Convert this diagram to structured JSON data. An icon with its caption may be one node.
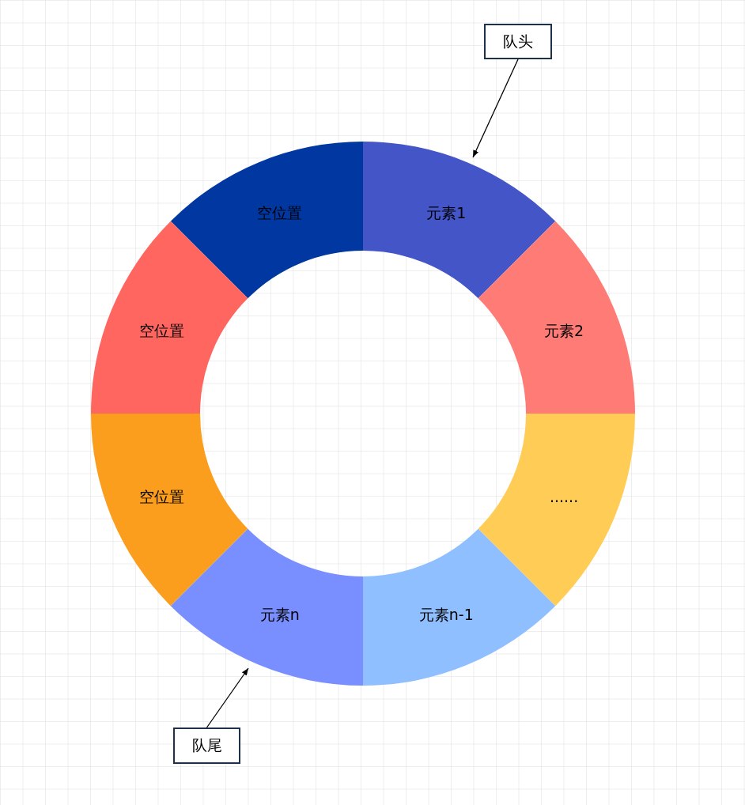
{
  "diagram": {
    "nodes": [
      {
        "text": [
          "队头"
        ]
      },
      {
        "text": [
          "空位置"
        ]
      },
      {
        "text": [
          "元素1"
        ]
      },
      {
        "text": [
          "空位置"
        ]
      },
      {
        "text": [
          "元素2"
        ]
      },
      {
        "text": [
          "空位置"
        ]
      },
      {
        "text": [
          "......"
        ]
      },
      {
        "text": [
          "元素n"
        ]
      },
      {
        "text": [
          "元素n-1"
        ]
      },
      {
        "text": [
          "队尾"
        ]
      }
    ],
    "edges": [
      {
        "from": 0,
        "to": 2,
        "arrow": "to"
      },
      {
        "from": 9,
        "to": 7,
        "arrow": "to"
      }
    ]
  }
}
